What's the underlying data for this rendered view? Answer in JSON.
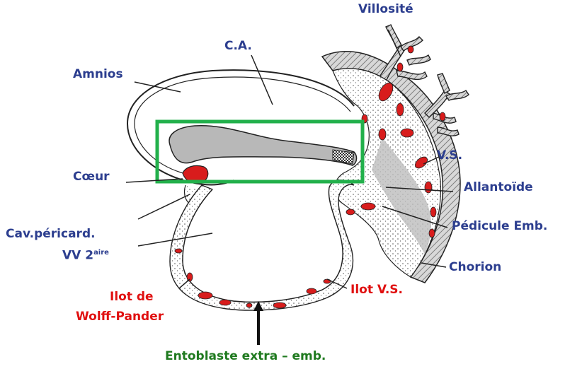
{
  "labels": {
    "villosite": "Villosité",
    "ca": "C.A.",
    "amnios": "Amnios",
    "vs": "V.S.",
    "coeur": "Cœur",
    "allantoide": "Allantoïde",
    "cav_pericard": "Cav.péricard.",
    "vv_main": "VV 2",
    "vv_sup": "aire",
    "pedicule": "Pédicule Emb.",
    "chorion": "Chorion",
    "ilot_de": "Ilot de",
    "wolff_pander": "Wolff-Pander",
    "ilot_vs": "Ilot V.S.",
    "entoblaste": "Entoblaste extra – emb."
  },
  "colors": {
    "label_blue": "#2c3e8f",
    "label_red": "#e01010",
    "label_green": "#1f7a1f",
    "highlight_box": "#22b04b",
    "blood_island": "#d81c1c",
    "mesoderm_gray": "#c8c8c8"
  }
}
